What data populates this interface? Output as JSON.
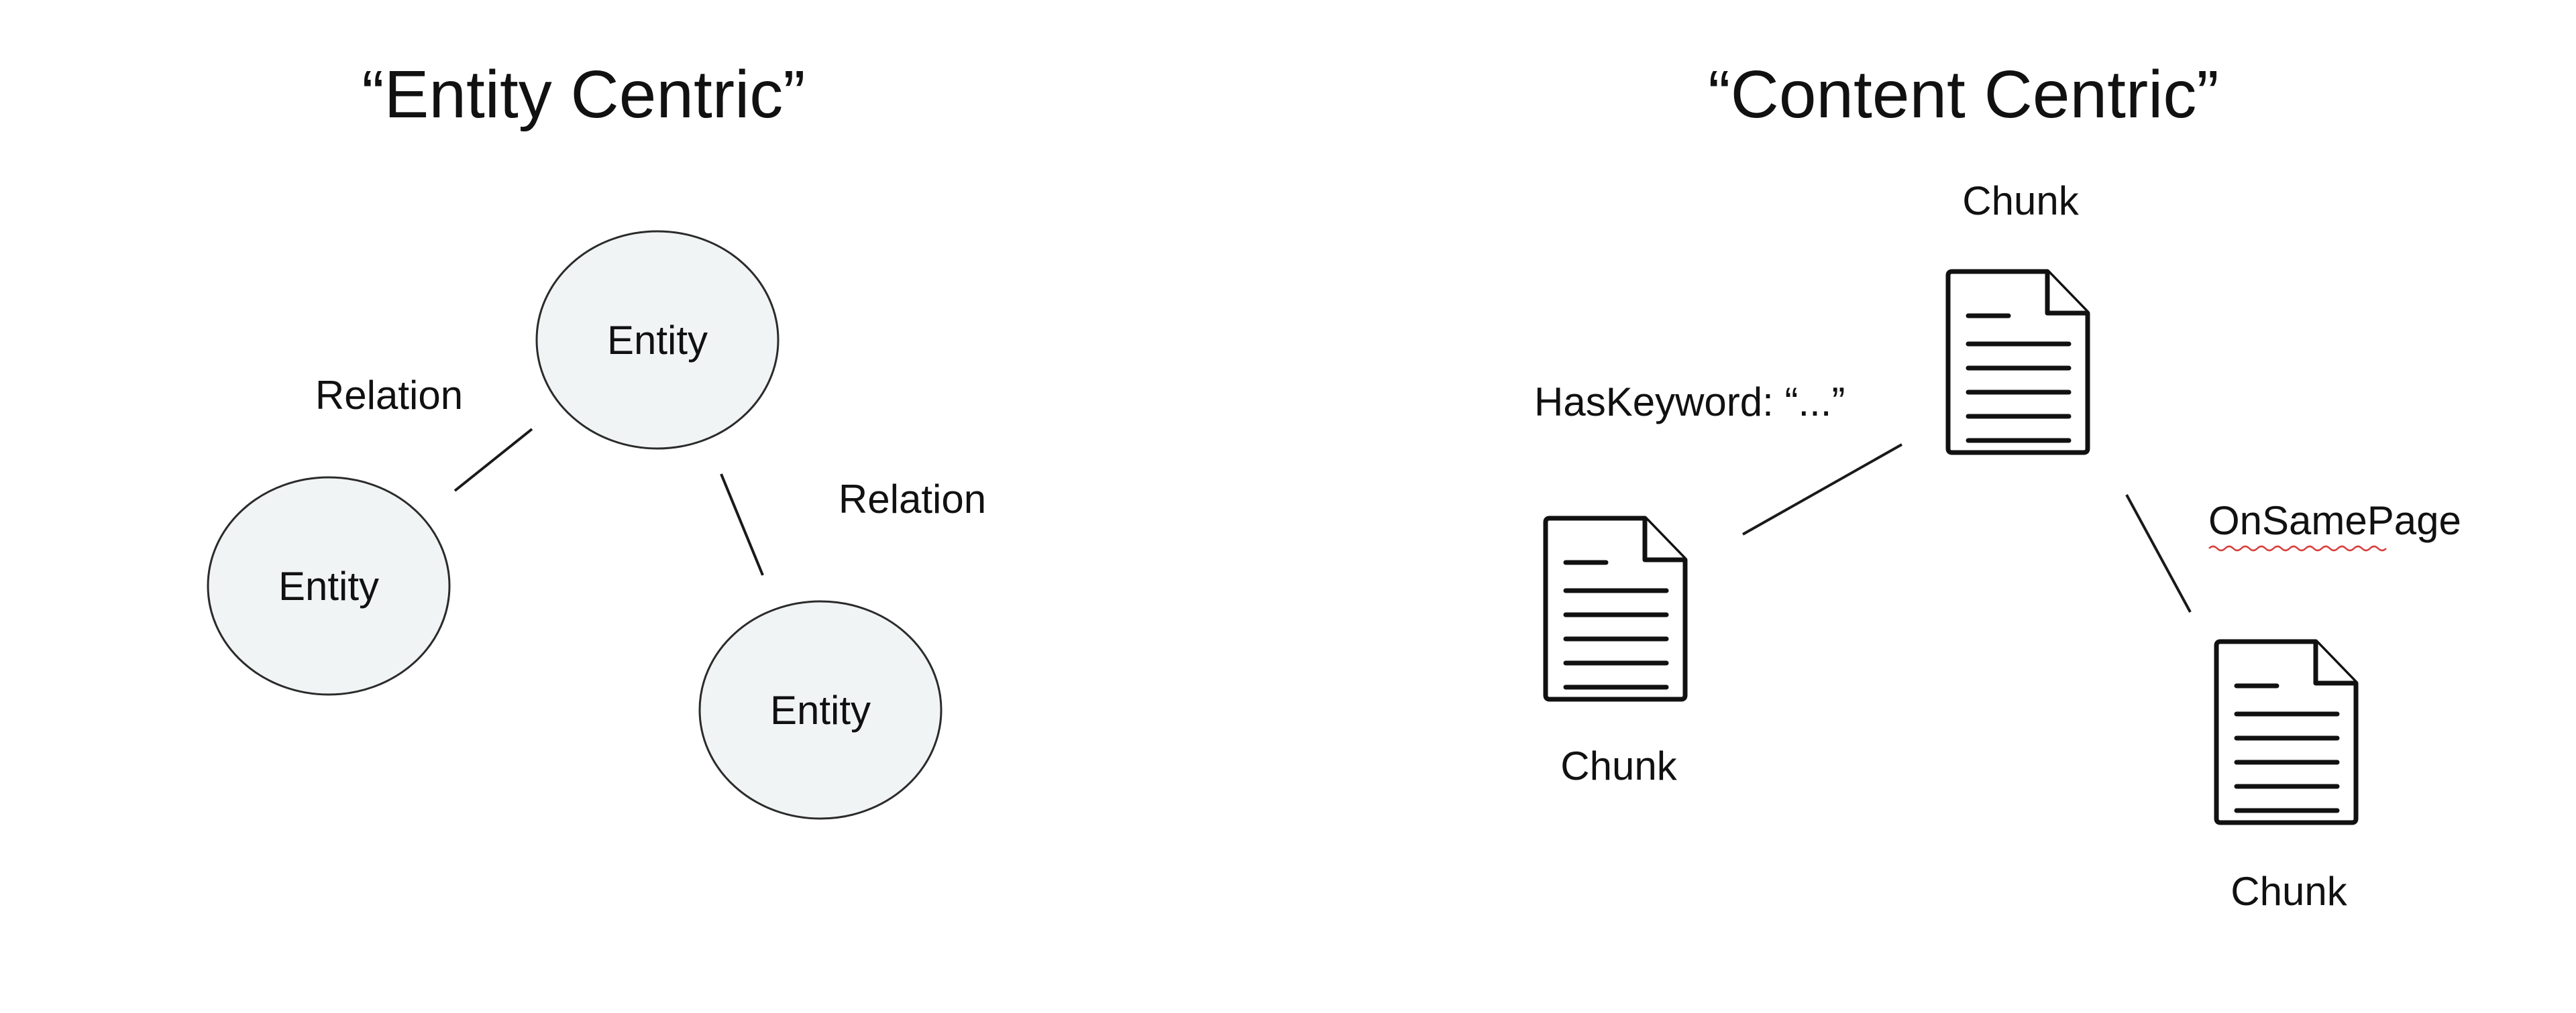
{
  "entity_centric": {
    "title": "“Entity Centric”",
    "nodes": [
      "Entity",
      "Entity",
      "Entity"
    ],
    "relations": [
      "Relation",
      "Relation"
    ]
  },
  "content_centric": {
    "title": "“Content Centric”",
    "chunks": [
      "Chunk",
      "Chunk",
      "Chunk"
    ],
    "relations": [
      "HasKeyword: “...”",
      "OnSamePage"
    ]
  },
  "colors": {
    "node_fill": "#f1f4f5",
    "stroke": "#111111",
    "spellcheck_underline": "#d6403c"
  },
  "icons": [
    "document-icon"
  ]
}
